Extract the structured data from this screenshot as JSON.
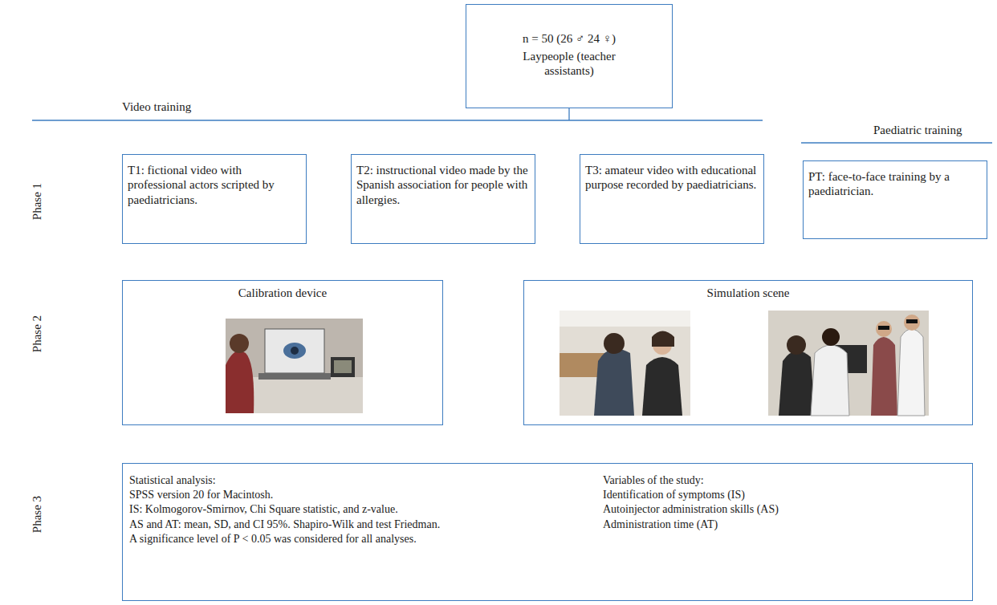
{
  "diagram": {
    "nodes": [
      {
        "text": [
          "n = 50 (26 ♂ 24 ♀)",
          "Laypeople (teacher assistants)"
        ]
      },
      {
        "text": [
          "T1: fictional video with professional actors scripted by paediatricians."
        ]
      },
      {
        "text": [
          "T2: instructional video made by the Spanish association for people with allergies."
        ]
      },
      {
        "text": [
          "T3: amateur video with educational purpose recorded by paediatricians."
        ]
      },
      {
        "text": [
          "PT: face-to-face training by a paediatrician."
        ]
      },
      {
        "text": [
          "Calibration device"
        ]
      },
      {
        "text": [
          "Simulation scene"
        ]
      },
      {
        "text": [
          "Statistical analysis:",
          "SPSS version 20 for Macintosh.",
          "IS: Kolmogorov-Smirnov, Chi Square statistic, and z-value.",
          "AS and AT: mean, SD, and CI 95%. Shapiro-Wilk and test Friedman.",
          "A significance level of P < 0.05 was considered for all analyses.",
          "Variables of the study:",
          "Identification of symptoms (IS)",
          "Autoinjector administration skills (AS)",
          "Administration time (AT)"
        ]
      }
    ],
    "labels": [
      "Video training",
      "Paediatric training",
      "Phase 1",
      "Phase 2",
      "Phase 3"
    ]
  }
}
